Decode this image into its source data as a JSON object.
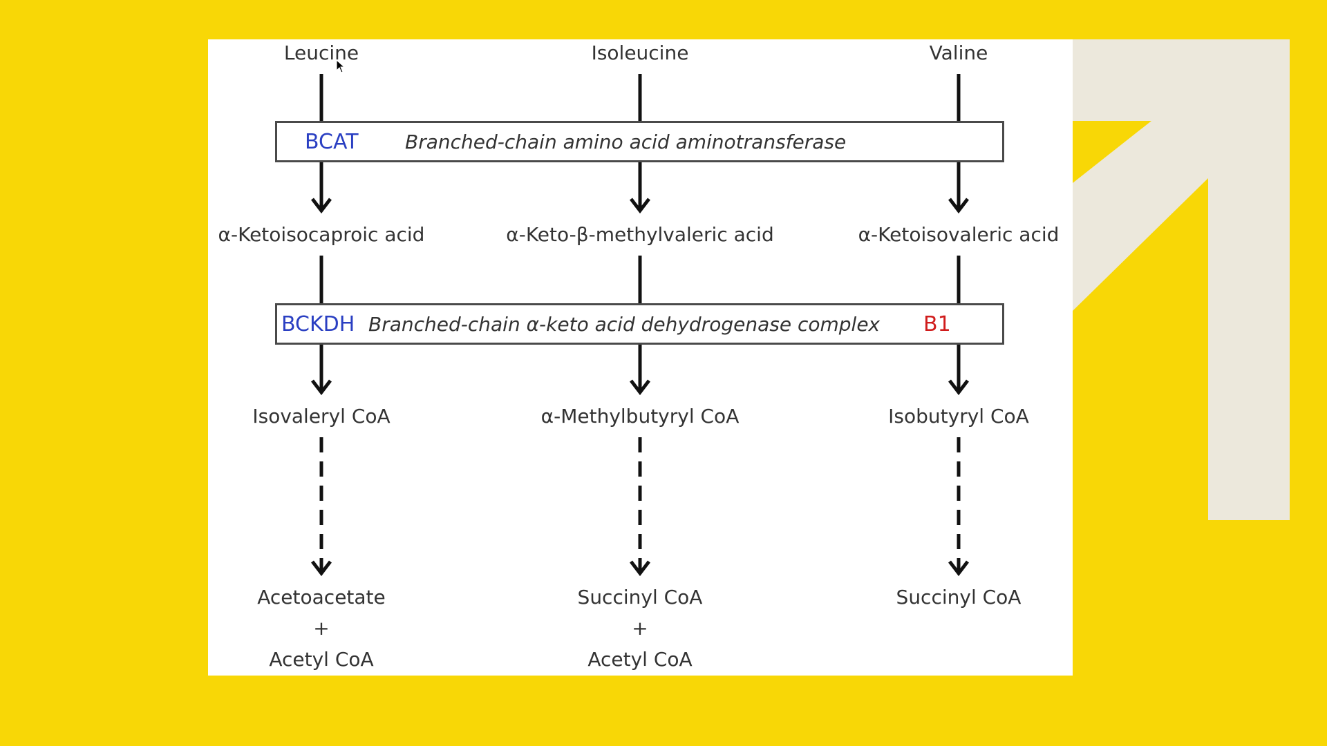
{
  "colors": {
    "background": "#f8d706",
    "panel": "#ffffff",
    "decoration": "#ece8dc",
    "enzyme_abbreviation": "#2a3fc2",
    "cofactor": "#d01c1c",
    "text": "#333333",
    "arrow": "#111111"
  },
  "pathways": [
    {
      "amino_acid": "Leucine",
      "keto_acid": "α-Ketoisocaproic acid",
      "acyl_coa": "Isovaleryl CoA",
      "product_1": "Acetoacetate",
      "plus": "+",
      "product_2": "Acetyl CoA"
    },
    {
      "amino_acid": "Isoleucine",
      "keto_acid": "α-Keto-β-methylvaleric acid",
      "acyl_coa": "α-Methylbutyryl CoA",
      "product_1": "Succinyl CoA",
      "plus": "+",
      "product_2": "Acetyl CoA"
    },
    {
      "amino_acid": "Valine",
      "keto_acid": "α-Ketoisovaleric acid",
      "acyl_coa": "Isobutyryl CoA",
      "product_1": "Succinyl CoA"
    }
  ],
  "enzymes": {
    "bcat": {
      "abbreviation": "BCAT",
      "full_name": "Branched-chain amino acid aminotransferase"
    },
    "bckdh": {
      "abbreviation": "BCKDH",
      "full_name": "Branched-chain α-keto acid dehydrogenase complex",
      "cofactor": "B1"
    }
  },
  "steps": [
    {
      "from": "amino_acid",
      "to": "keto_acid",
      "enzyme": "bcat",
      "style": "solid"
    },
    {
      "from": "keto_acid",
      "to": "acyl_coa",
      "enzyme": "bckdh",
      "style": "solid"
    },
    {
      "from": "acyl_coa",
      "to": "product_1",
      "style": "dashed"
    }
  ]
}
